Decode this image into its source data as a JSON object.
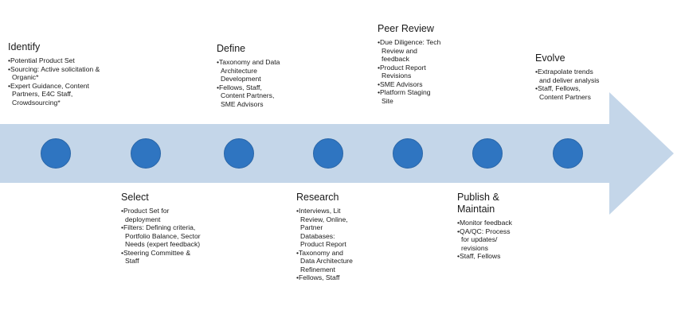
{
  "colors": {
    "arrow": "#c4d6e9",
    "node": "#2f75c1",
    "text": "#1a1a1a"
  },
  "stages": [
    {
      "title": "Identify",
      "items": [
        "Potential Product Set",
        "Sourcing:  Active solicitation & Organic*",
        "Expert Guidance, Content Partners, E4C Staff, Crowdsourcing*"
      ]
    },
    {
      "title": "Select",
      "items": [
        "Product Set for deployment",
        "Filters: Defining criteria, Portfolio Balance, Sector Needs (expert feedback)",
        "Steering Committee & Staff"
      ]
    },
    {
      "title": "Define",
      "items": [
        "Taxonomy and Data Architecture Development",
        "Fellows, Staff, Content Partners, SME Advisors"
      ]
    },
    {
      "title": "Research",
      "items": [
        "Interviews, Lit Review, Online, Partner Databases: Product Report",
        "Taxonomy and Data Architecture Refinement",
        "Fellows, Staff"
      ]
    },
    {
      "title": "Peer Review",
      "items": [
        "Due Diligence: Tech Review and feedback",
        "Product Report Revisions",
        "SME Advisors",
        "Platform Staging Site"
      ]
    },
    {
      "title": "Publish & Maintain",
      "items": [
        "Monitor feedback",
        "QA/QC: Process for updates/ revisions",
        "Staff, Fellows"
      ]
    },
    {
      "title": "Evolve",
      "items": [
        "Extrapolate trends and deliver analysis",
        "Staff, Fellows, Content Partners"
      ]
    }
  ]
}
